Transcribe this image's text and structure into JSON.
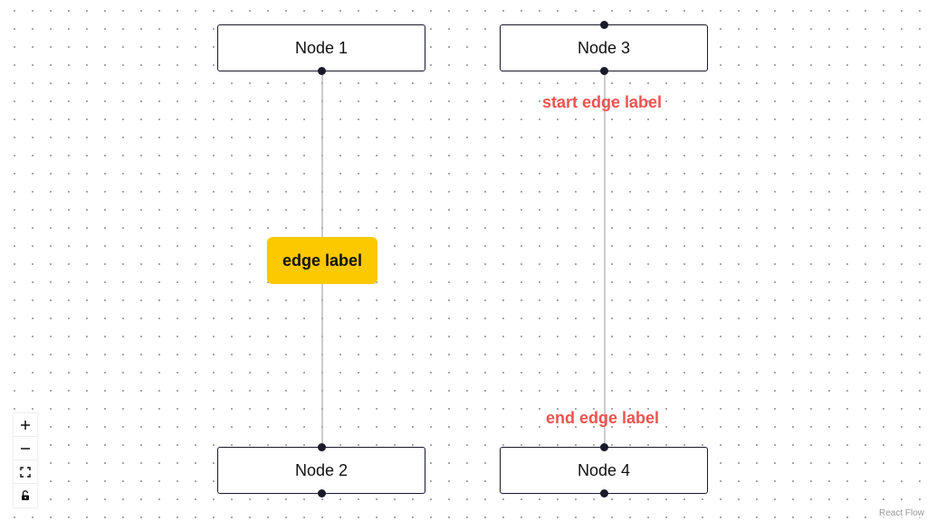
{
  "nodes": {
    "node1": {
      "label": "Node 1"
    },
    "node2": {
      "label": "Node 2"
    },
    "node3": {
      "label": "Node 3"
    },
    "node4": {
      "label": "Node 4"
    }
  },
  "edges": {
    "edge_1_2": {
      "label": "edge label",
      "label_bg": "#fcc800"
    },
    "edge_3_4": {
      "start_label": "start edge label",
      "end_label": "end edge label",
      "label_color": "#ef5350"
    }
  },
  "controls": [
    {
      "icon": "zoom-in-icon"
    },
    {
      "icon": "zoom-out-icon"
    },
    {
      "icon": "fit-view-icon"
    },
    {
      "icon": "lock-icon"
    }
  ],
  "attribution": "React Flow",
  "colors": {
    "node_border": "#1a192b",
    "edge_stroke": "#b1b1b7",
    "background_dots": "#9ea3ab"
  }
}
